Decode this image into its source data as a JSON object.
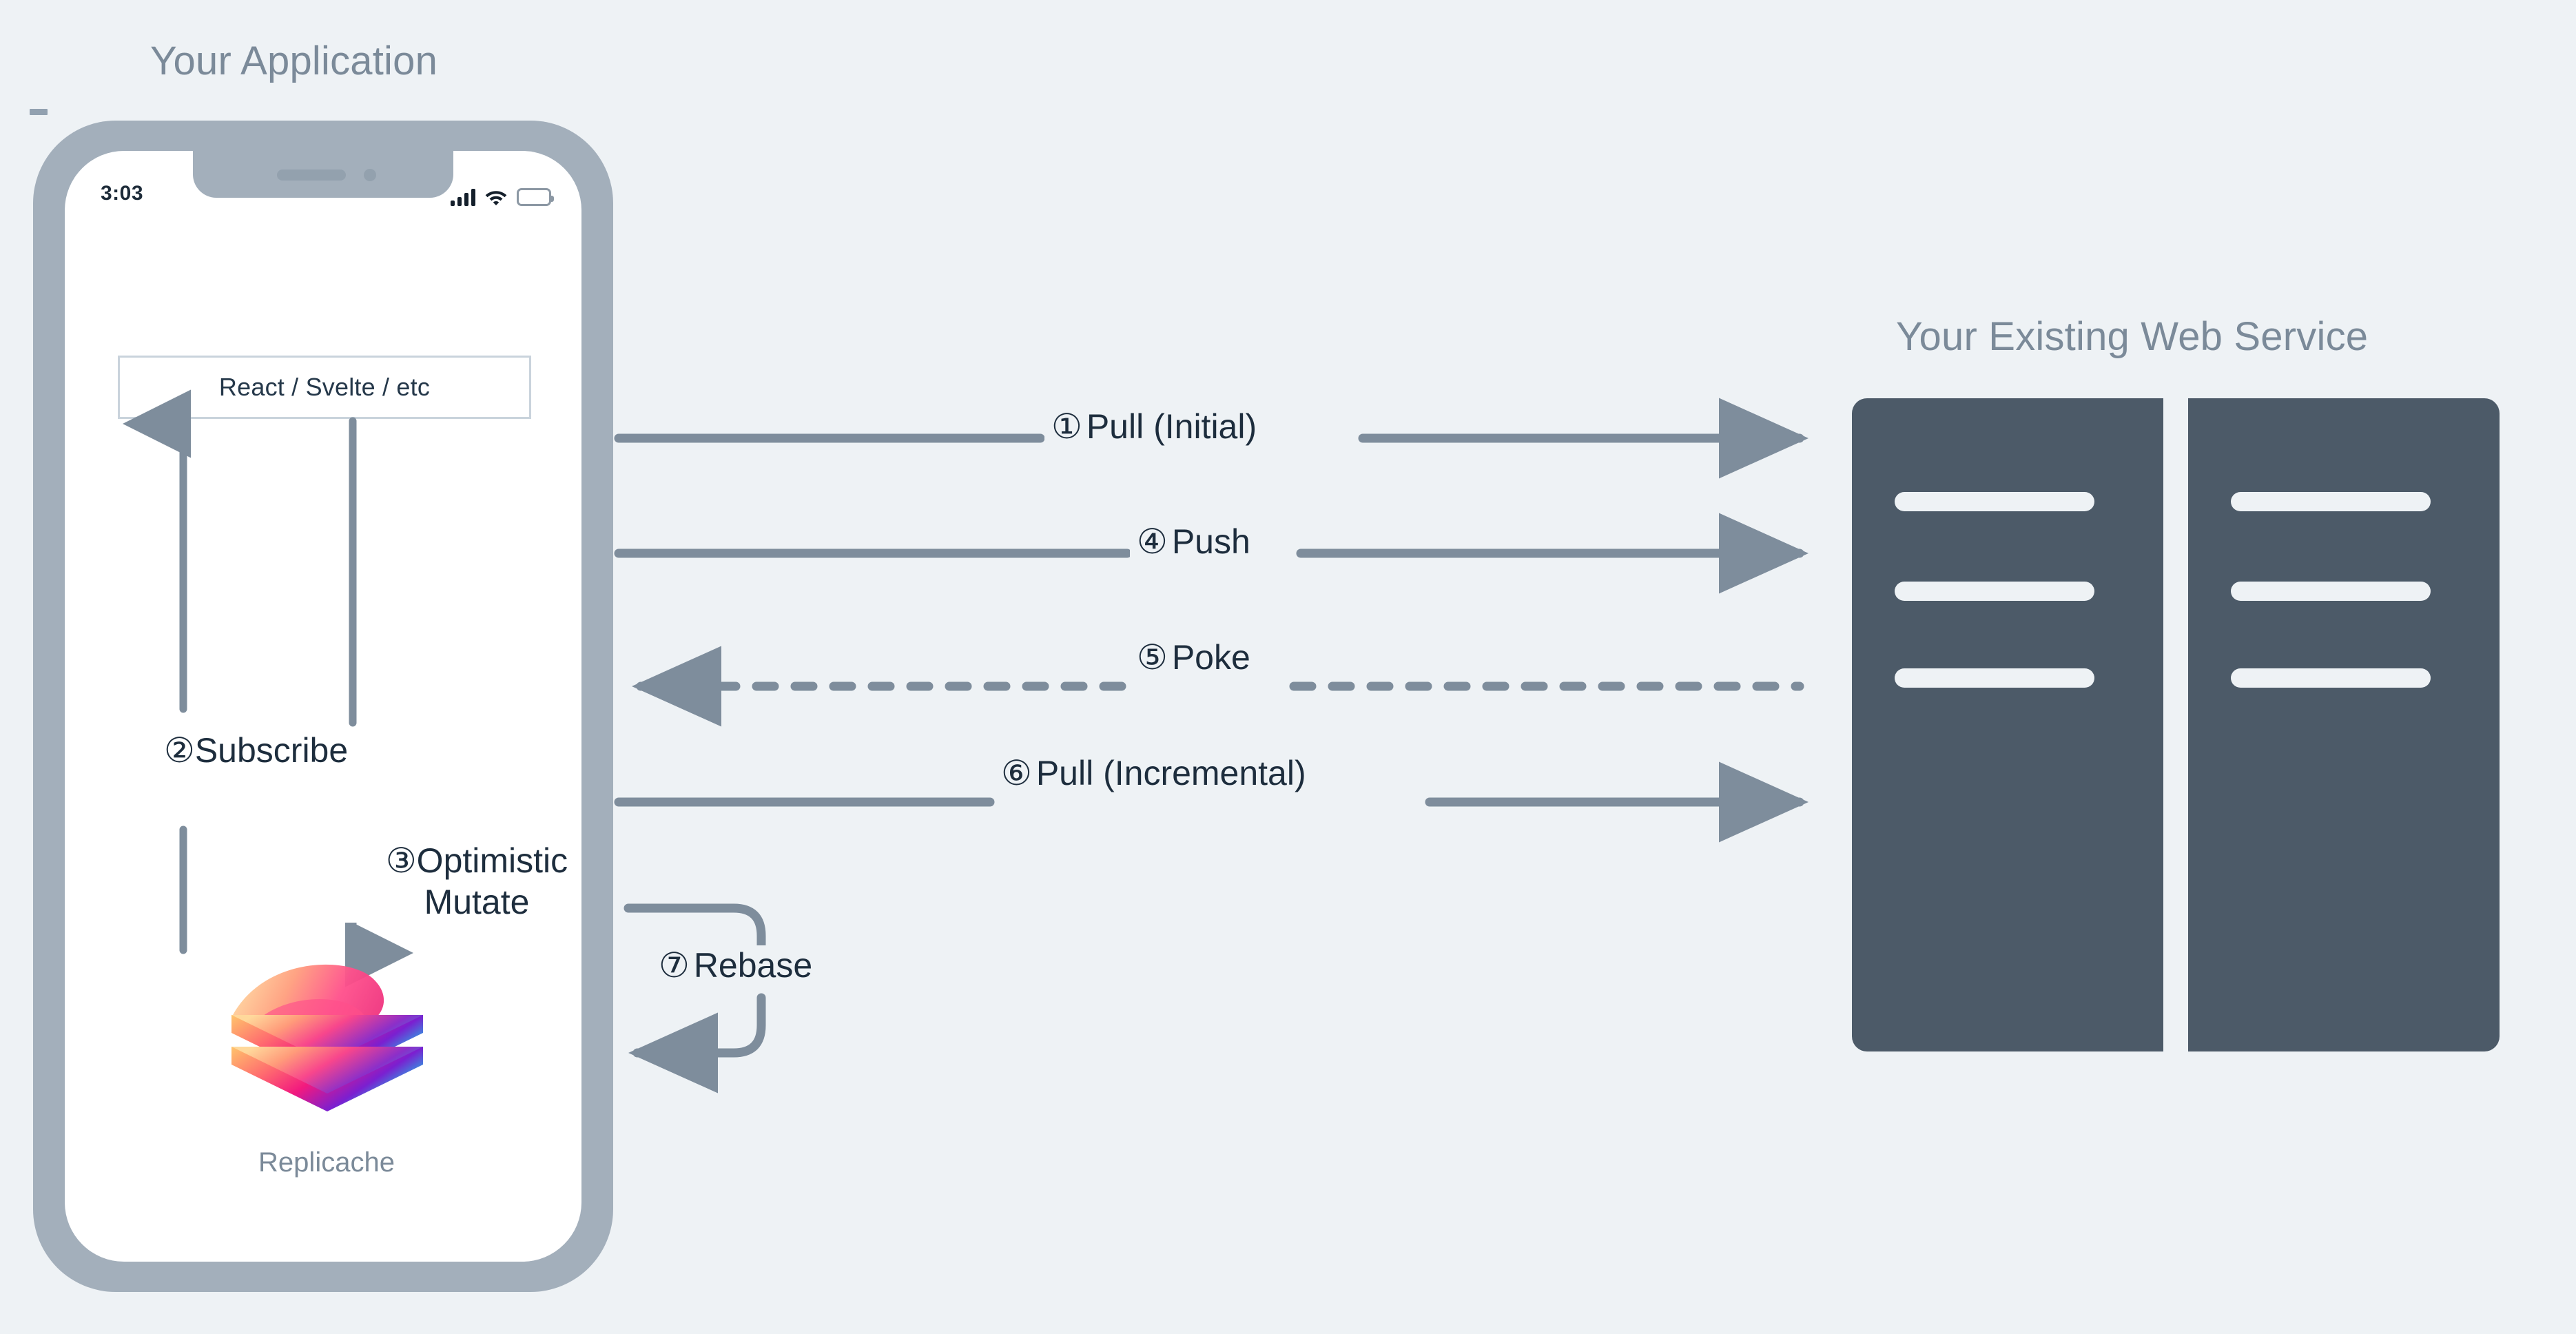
{
  "background_color": "#eef2f5",
  "titles": {
    "application": "Your Application",
    "web_service": "Your Existing Web Service"
  },
  "colors": {
    "background": "#eef2f5",
    "title_text": "#7b8a99",
    "label_text": "#1d2d3d",
    "arrow": "#7e8d9c",
    "phone_bezel": "#a3afbb",
    "phone_screen": "#ffffff",
    "server_rack": "#4c5a68",
    "server_bar": "#eef2f5",
    "box_border": "#c9d3dc"
  },
  "phone": {
    "status_bar": {
      "time": "3:03",
      "signal_icon": "cellular-signal-icon",
      "wifi_icon": "wifi-icon",
      "battery_icon": "battery-full-icon"
    },
    "ui_box_label": "React / Svelte / etc",
    "storage": {
      "logo_icon": "replicache-layers-logo",
      "label": "Replicache"
    }
  },
  "web_service": {
    "racks": [
      {
        "name": "server-rack-left",
        "bars": 3
      },
      {
        "name": "server-rack-right",
        "bars": 3
      }
    ]
  },
  "flows": [
    {
      "id": "pull-initial",
      "number": "①",
      "label": "Pull (Initial)",
      "direction": "client-to-server",
      "style": "solid"
    },
    {
      "id": "subscribe",
      "number": "②",
      "label": "Subscribe",
      "direction": "storage-to-ui",
      "style": "solid"
    },
    {
      "id": "optimistic-mutate",
      "number": "③",
      "label": "Optimistic Mutate",
      "direction": "ui-to-storage",
      "style": "solid"
    },
    {
      "id": "push",
      "number": "④",
      "label": "Push",
      "direction": "client-to-server",
      "style": "solid"
    },
    {
      "id": "poke",
      "number": "⑤",
      "label": "Poke",
      "direction": "server-to-client",
      "style": "dashed"
    },
    {
      "id": "pull-incremental",
      "number": "⑥",
      "label": "Pull (Incremental)",
      "direction": "client-to-server",
      "style": "solid"
    },
    {
      "id": "rebase",
      "number": "⑦",
      "label": "Rebase",
      "direction": "loop-back-to-client",
      "style": "solid"
    }
  ]
}
